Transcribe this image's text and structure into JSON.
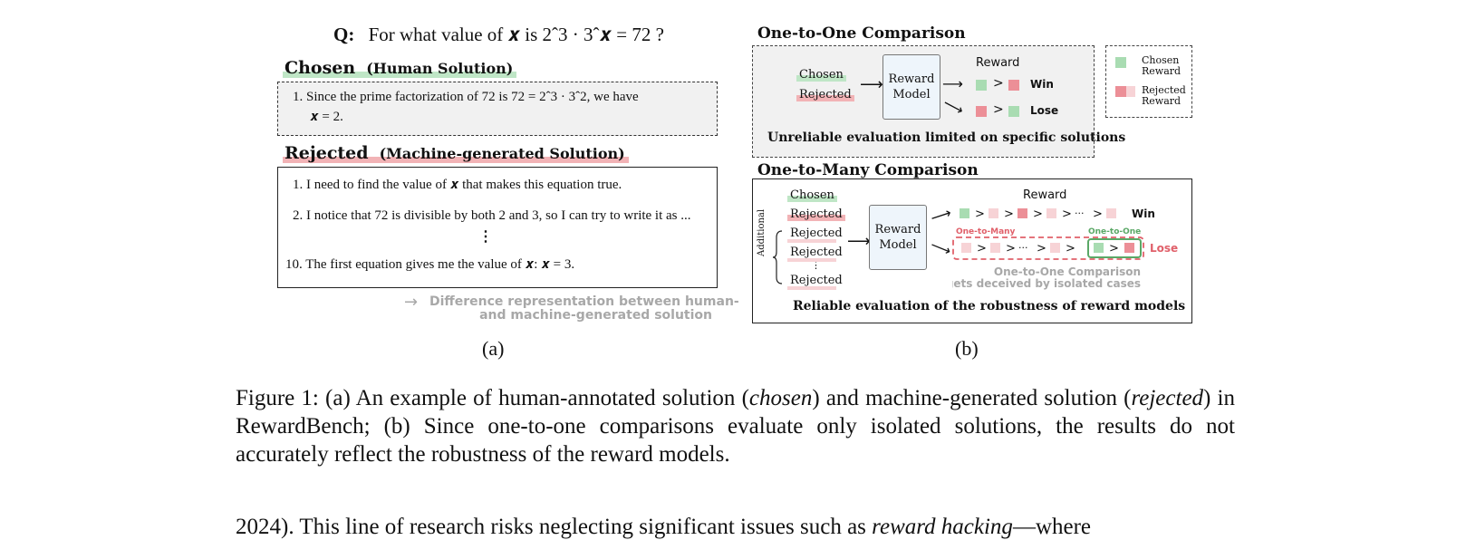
{
  "panel_a": {
    "question": {
      "label": "Q:",
      "text": "For what value of 𝒙 is 2ˆ3 · 3ˆ𝒙 = 72 ?"
    },
    "chosen": {
      "title": "Chosen",
      "subtitle": "(Human Solution)",
      "line1": "1. Since the prime factorization of 72 is 72 = 2ˆ3 · 3ˆ2, we have",
      "line2": "𝒙 = 2."
    },
    "rejected": {
      "title": "Rejected",
      "subtitle": "(Machine-generated Solution)",
      "line1": "1. I need to find the value of 𝒙 that makes this equation true.",
      "line2": "2. I notice that 72 is divisible by both 2 and 3, so I can try to write it as ...",
      "ellipsis": "⋮",
      "line3": "10. The first equation gives me the value of 𝒙: 𝒙 = 3."
    },
    "difference_note": {
      "arrow": "→",
      "line1": "Difference representation between human-",
      "line2": "and machine-generated solution"
    },
    "label": "(a)"
  },
  "panel_b": {
    "one_to_one": {
      "title": "One-to-One Comparison",
      "chosen_tag": "Chosen",
      "rejected_tag": "Rejected",
      "model_line1": "Reward",
      "model_line2": "Model",
      "reward_header": "Reward",
      "gt": ">",
      "win": "Win",
      "lose": "Lose",
      "caption": "Unreliable evaluation limited on specific solutions"
    },
    "legend": {
      "chosen_line1": "Chosen",
      "chosen_line2": "Reward",
      "rejected_line1": "Rejected",
      "rejected_line2": "Reward"
    },
    "one_to_many": {
      "title": "One-to-Many Comparison",
      "chosen_tag": "Chosen",
      "rejected_tags": [
        "Rejected",
        "Rejected",
        "Rejected"
      ],
      "vdots": "⋮",
      "last_rejected": "Rejected",
      "additional": "Additional",
      "model_line1": "Reward",
      "model_line2": "Model",
      "reward_header": "Reward",
      "gt": ">",
      "dots": "···",
      "win": "Win",
      "lose": "Lose",
      "one_to_many_label": "One-to-Many",
      "one_to_one_label": "One-to-One",
      "deceived_line1": "One-to-One Comparison",
      "deceived_line2": "gets deceived by isolated cases",
      "caption": "Reliable evaluation of the robustness of reward models"
    },
    "label": "(b)"
  },
  "caption": {
    "prefix": "Figure 1: (a) An example of human-annotated solution (",
    "chosen_word": "chosen",
    "middle": ") and machine-generated solution (",
    "rejected_word": "rejected",
    "suffix": ") in RewardBench; (b) Since one-to-one comparisons evaluate only isolated solutions, the results do not accurately reflect the robustness of the reward models."
  },
  "body": {
    "prefix": "2024).  This line of research risks neglecting significant issues such as ",
    "italic": "reward hacking",
    "suffix": "—where"
  },
  "colors": {
    "chosen_green": "#a9dcb2",
    "rejected_red": "#ec8f97",
    "rejected_light": "#f7d3d6",
    "lose_red": "#e0606a",
    "win_frame_green": "#5aa866",
    "note_gray": "#a8a8a8"
  }
}
